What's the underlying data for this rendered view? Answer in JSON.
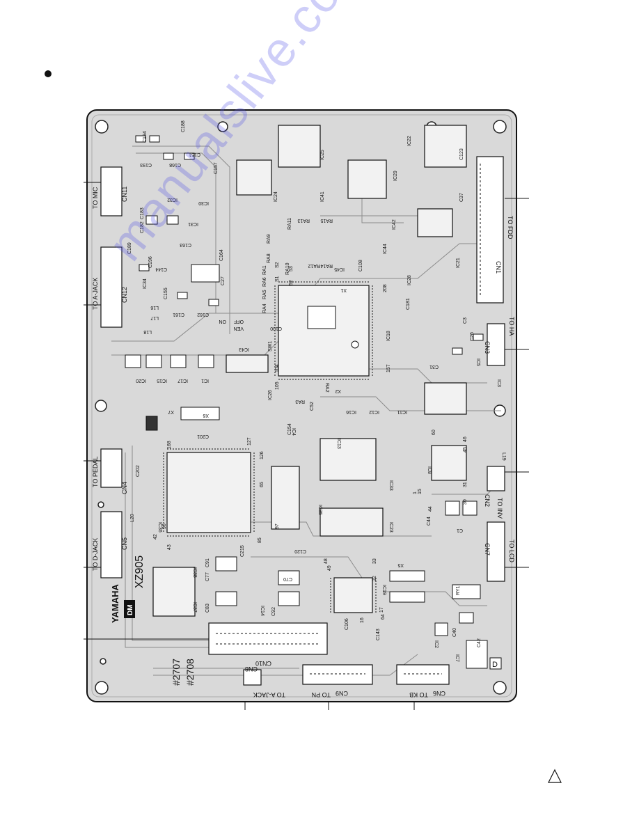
{
  "board": {
    "brand": "YAMAHA",
    "model": "XZ905",
    "dm_label": "DM",
    "serial1": "#2707",
    "serial2": "#2708",
    "d_mark": "D",
    "connectors": {
      "cn1": "CN1",
      "cn1_to": "TO FDD",
      "cn11": "CN11",
      "cn11_to": "TO MIC",
      "cn12": "CN12",
      "cn12_to": "TO A-JACK",
      "cn4": "CN4",
      "cn4_to": "TO PEDAL",
      "cn5": "CN5",
      "cn5_to": "TO D-JACK",
      "cn3": "CN3",
      "cn3_to": "TO HA",
      "cn2": "CN2",
      "cn2_to": "TO INV",
      "cn7": "CN7",
      "cn7_to": "TO LCD",
      "cn8": "CN8",
      "cn8_to": "TO A-JACK",
      "cn9": "CN9",
      "cn9_to": "TO PN",
      "cn6": "CN6",
      "cn6_to": "TO KB",
      "cn10": "CN10"
    },
    "ics": [
      "IC22",
      "IC25",
      "IC29",
      "IC24",
      "IC41",
      "IC42",
      "IC21",
      "IC45",
      "IC44",
      "IC28",
      "IC18",
      "IC43",
      "IC1",
      "IC17",
      "IC15",
      "IC20",
      "IC26",
      "IC16",
      "IC12",
      "IC11",
      "IC13",
      "IC4",
      "IC33",
      "IC8",
      "IC35",
      "IC36",
      "IC23",
      "IC38",
      "IC37",
      "IC14",
      "IC19",
      "IC2",
      "IC7",
      "IC3",
      "IC5",
      "IC30",
      "IC31",
      "IC32",
      "IC34"
    ],
    "caps": [
      "C194",
      "C188",
      "C193",
      "C168",
      "C151",
      "C157",
      "C183",
      "C182",
      "C189",
      "C196",
      "C144",
      "C163",
      "C164",
      "C155",
      "C161",
      "C162",
      "C27",
      "C100",
      "C31",
      "C26",
      "C3",
      "C123",
      "C37",
      "C108",
      "C181",
      "C201",
      "C202",
      "C154",
      "C52",
      "C215",
      "C91",
      "C77",
      "C83",
      "C92",
      "C70",
      "C120",
      "C106",
      "C143",
      "C44",
      "C40",
      "C42",
      "C1"
    ],
    "resistors": [
      "RA1",
      "RA4",
      "RA5",
      "RA6",
      "RA8",
      "RA9",
      "RA10",
      "RA11",
      "RA12",
      "RA13",
      "RA14",
      "RA15",
      "RA2",
      "RA3",
      "RY1"
    ],
    "coils": [
      "L16",
      "L17",
      "L18",
      "L19",
      "L20"
    ],
    "crystals": [
      "X1",
      "X2",
      "X5",
      "X6",
      "X7"
    ],
    "switches": [
      "SW1",
      "S1",
      "S2"
    ],
    "switch_labels": [
      "ON",
      "OFF",
      "VEN"
    ],
    "pins": [
      "208",
      "157",
      "105",
      "104",
      "52",
      "53",
      "64",
      "49",
      "33",
      "17",
      "16",
      "1",
      "32",
      "48",
      "45",
      "60",
      "46",
      "31",
      "30",
      "15",
      "44",
      "42",
      "43",
      "85",
      "127",
      "126",
      "168",
      "96",
      "65",
      "97"
    ]
  },
  "watermark": "manualslive.com"
}
